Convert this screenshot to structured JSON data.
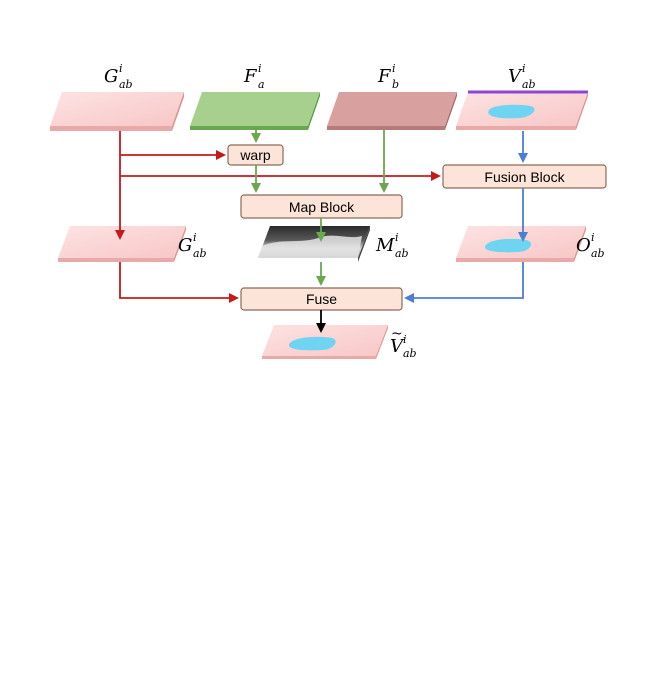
{
  "blocks": {
    "warp": "warp",
    "map_block": "Map Block",
    "fusion_block": "Fusion Block",
    "fuse": "Fuse"
  },
  "symbols": {
    "g_top": {
      "base": "G",
      "sup": "i",
      "sub": "ab"
    },
    "f_a": {
      "base": "F",
      "sup": "i",
      "sub": "a"
    },
    "f_b": {
      "base": "F",
      "sup": "i",
      "sub": "b"
    },
    "v_top": {
      "base": "V",
      "sup": "i",
      "sub": "ab"
    },
    "g_mid": {
      "base": "G",
      "sup": "i",
      "sub": "ab"
    },
    "m_mid": {
      "base": "M",
      "sup": "i",
      "sub": "ab"
    },
    "o_mid": {
      "base": "O",
      "sup": "i",
      "sub": "ab"
    },
    "v_out": {
      "base": "V",
      "tilde": "~",
      "sup": "i",
      "sub": "ab"
    }
  },
  "colors": {
    "red_arrow": "#c41a1a",
    "green_arrow": "#6aa84f",
    "blue_arrow": "#4a7fd4",
    "black_arrow": "#000000",
    "block_fill": "#fce5d8",
    "block_stroke": "#8a6a5a",
    "pink_plane": "#fbd3d3",
    "green_plane": "#93c47d",
    "rose_plane": "#d99c9c",
    "cyan_blob": "#6fd3f2"
  }
}
